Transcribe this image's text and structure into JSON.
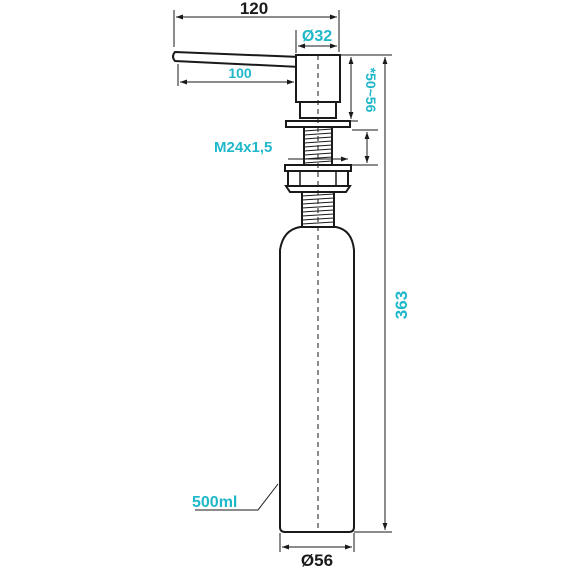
{
  "colors": {
    "outline": "#1a1a1a",
    "dimension_line": "#1a1a1a",
    "label_cyan": "#1fb8c9",
    "label_dark": "#1a1a1a"
  },
  "dimensions": {
    "spout_total_length": "120",
    "spout_arm_length": "100",
    "head_diameter": "Ø32",
    "mount_range": "*50~56",
    "thread": "M24x1,5",
    "total_height": "363",
    "bottle_volume": "500ml",
    "bottle_diameter": "Ø56"
  }
}
